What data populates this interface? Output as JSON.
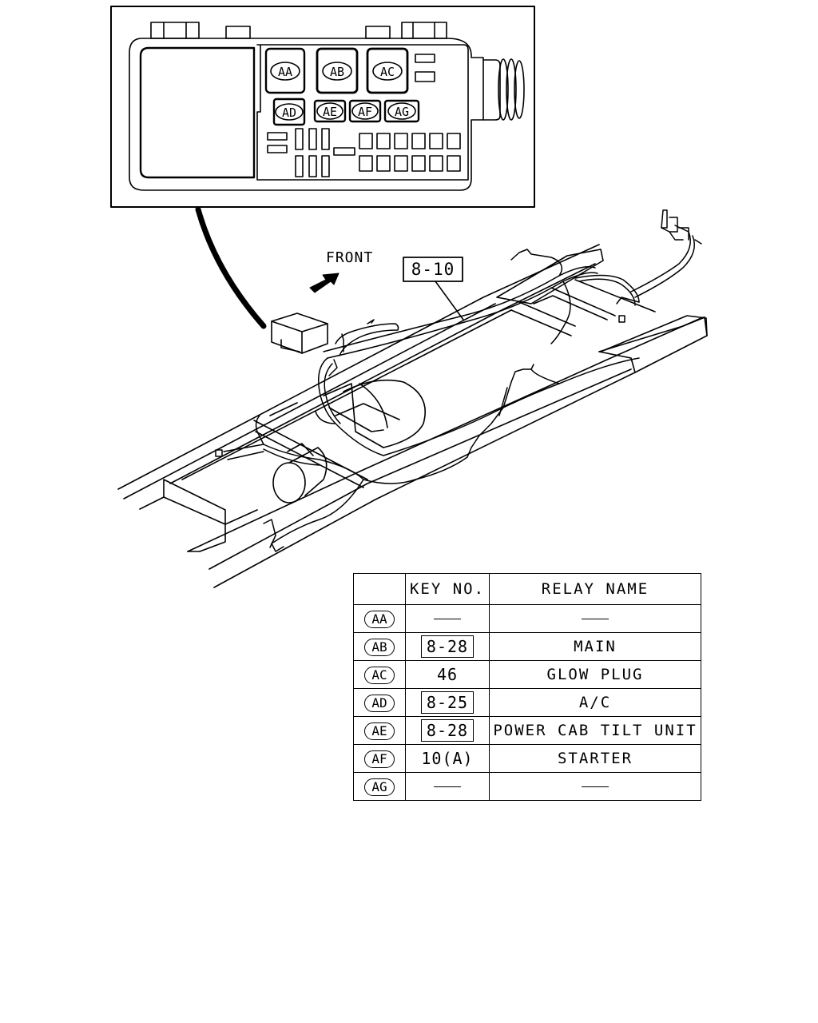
{
  "inset": {
    "relays_top": [
      "AA",
      "AB",
      "AC"
    ],
    "relays_bottom": [
      "AD",
      "AE",
      "AF",
      "AG"
    ]
  },
  "labels": {
    "front": "FRONT",
    "harness_ref": "8-10"
  },
  "table": {
    "headers": {
      "code": "",
      "key_no": "KEY NO.",
      "relay_name": "RELAY NAME"
    },
    "rows": [
      {
        "code": "AA",
        "key": "",
        "key_boxed": false,
        "name": "",
        "empty": true
      },
      {
        "code": "AB",
        "key": "8-28",
        "key_boxed": true,
        "name": "MAIN",
        "empty": false
      },
      {
        "code": "AC",
        "key": "46",
        "key_boxed": false,
        "name": "GLOW PLUG",
        "empty": false
      },
      {
        "code": "AD",
        "key": "8-25",
        "key_boxed": true,
        "name": "A/C",
        "empty": false
      },
      {
        "code": "AE",
        "key": "8-28",
        "key_boxed": true,
        "name": "POWER CAB TILT UNIT",
        "empty": false
      },
      {
        "code": "AF",
        "key": "10(A)",
        "key_boxed": false,
        "name": "STARTER",
        "empty": false
      },
      {
        "code": "AG",
        "key": "",
        "key_boxed": false,
        "name": "",
        "empty": true
      }
    ]
  }
}
